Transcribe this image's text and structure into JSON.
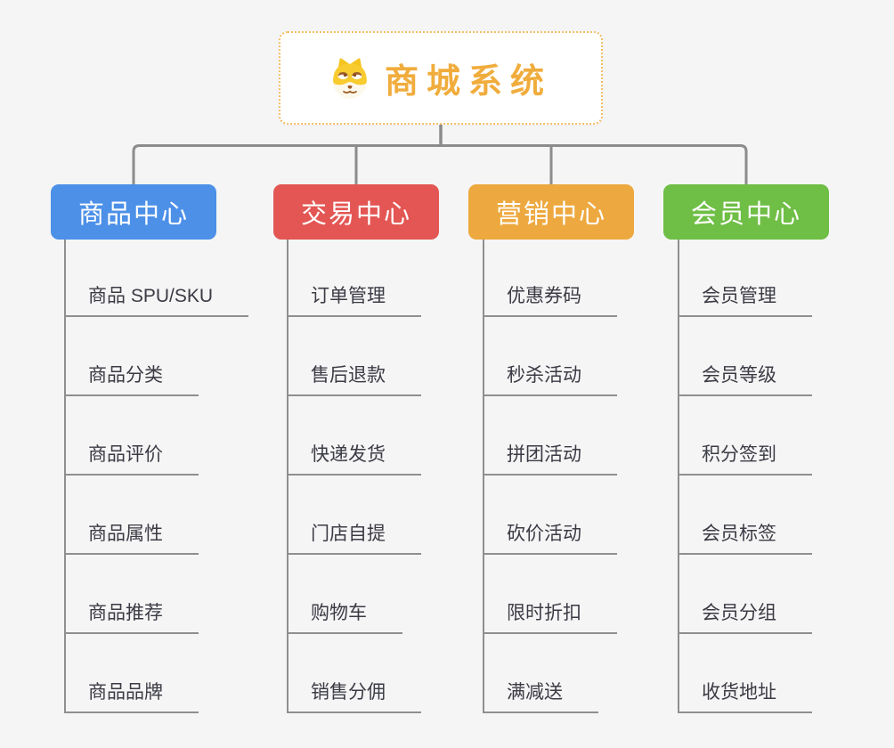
{
  "page": {
    "background_color": "#f5f5f5",
    "connector_color": "#8c8c8c"
  },
  "root": {
    "title": "商城系统",
    "title_color": "#f0ac3c",
    "border_color": "#f3bd66",
    "icon": "dog-face-icon"
  },
  "branches": [
    {
      "label": "商品中心",
      "color": "#4c90e8",
      "children": [
        "商品 SPU/SKU",
        "商品分类",
        "商品评价",
        "商品属性",
        "商品推荐",
        "商品品牌"
      ]
    },
    {
      "label": "交易中心",
      "color": "#e35653",
      "children": [
        "订单管理",
        "售后退款",
        "快递发货",
        "门店自提",
        "购物车",
        "销售分佣"
      ]
    },
    {
      "label": "营销中心",
      "color": "#eda93f",
      "children": [
        "优惠券码",
        "秒杀活动",
        "拼团活动",
        "砍价活动",
        "限时折扣",
        "满减送"
      ]
    },
    {
      "label": "会员中心",
      "color": "#6fbe45",
      "children": [
        "会员管理",
        "会员等级",
        "积分签到",
        "会员标签",
        "会员分组",
        "收货地址"
      ]
    }
  ]
}
